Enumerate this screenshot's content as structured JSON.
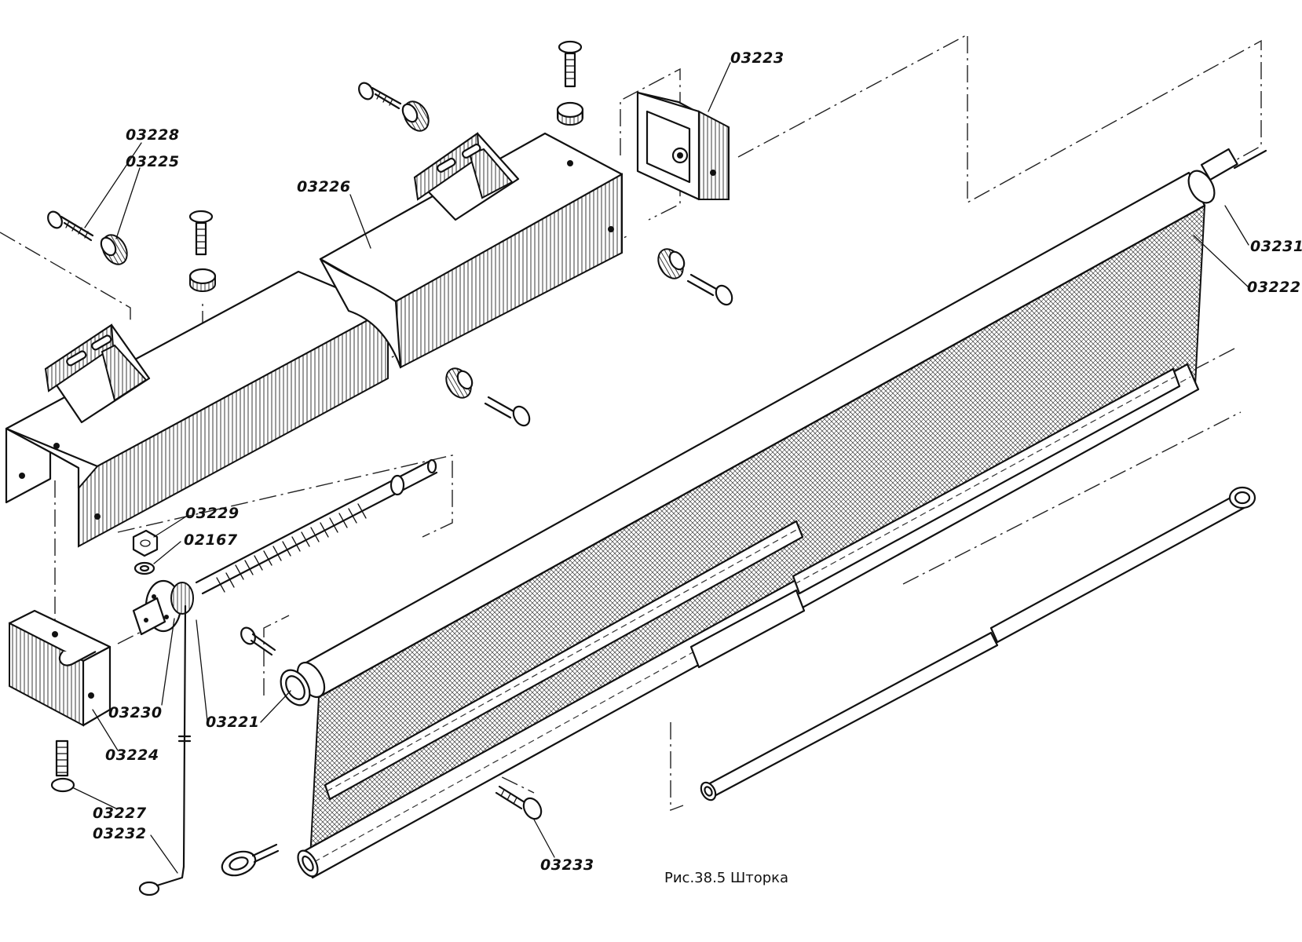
{
  "caption": "Рис.38.5 Шторка",
  "labels": {
    "p03228": "03228",
    "p03225": "03225",
    "p03226": "03226",
    "p03223": "03223",
    "p03231": "03231",
    "p03222": "03222",
    "p03229": "03229",
    "p02167": "02167",
    "p03230": "03230",
    "p03221": "03221",
    "p03224": "03224",
    "p03227": "03227",
    "p03232": "03232",
    "p03233": "03233"
  }
}
